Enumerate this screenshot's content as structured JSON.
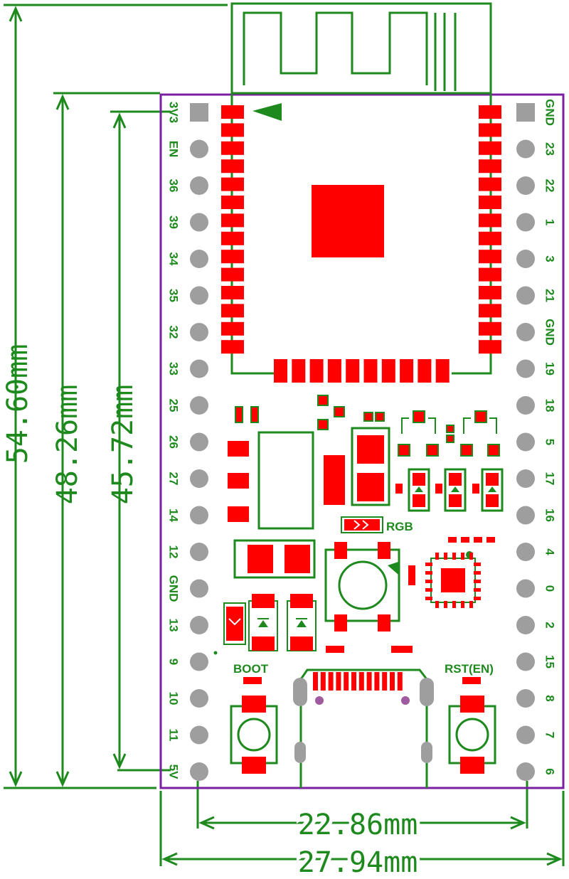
{
  "colors": {
    "board_outline": "#7b1fa2",
    "silkscreen": "#1e8a1e",
    "copper": "#ff0000",
    "pin_hole": "#9e9e9e"
  },
  "dimensions": {
    "total_length": "54.60mm",
    "left_pin_span": "48.26mm",
    "right_pin_span": "45.72mm",
    "pin_row_spacing": "22.86mm",
    "board_width": "27.94mm"
  },
  "left_pins": [
    "3V3",
    "EN",
    "36",
    "39",
    "34",
    "35",
    "32",
    "33",
    "25",
    "26",
    "27",
    "14",
    "12",
    "GND",
    "13",
    "9",
    "10",
    "11",
    "5V"
  ],
  "right_pins": [
    "GND",
    "23",
    "22",
    "1",
    "3",
    "21",
    "GND",
    "19",
    "18",
    "5",
    "17",
    "16",
    "4",
    "0",
    "2",
    "15",
    "8",
    "7",
    "6"
  ],
  "labels": {
    "rgb": "RGB",
    "boot": "BOOT",
    "reset": "RST(EN)"
  },
  "icons": {
    "pin1": "triangle-marker-icon",
    "antenna": "pcb-antenna-icon",
    "button": "tactile-switch-icon"
  }
}
